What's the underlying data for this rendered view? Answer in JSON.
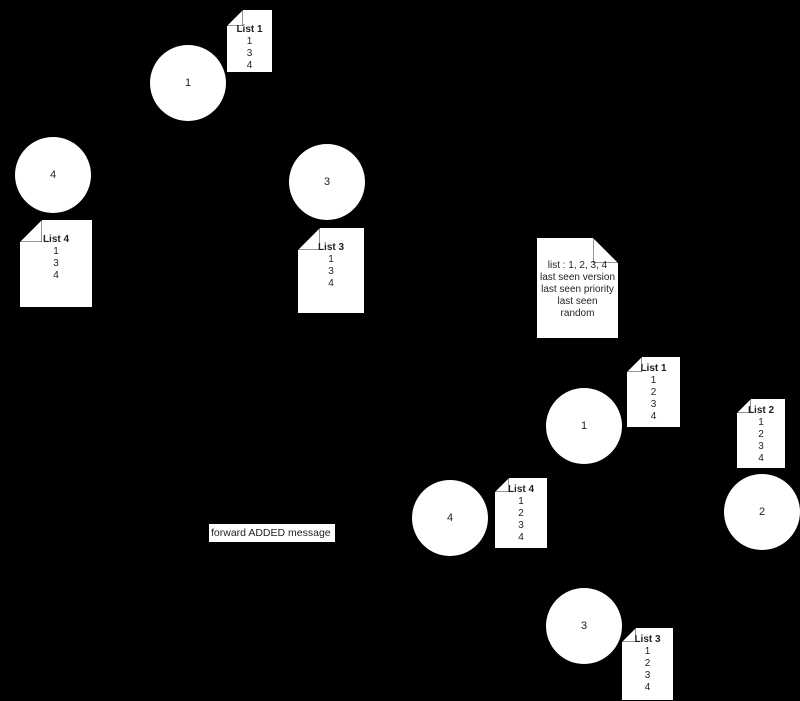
{
  "colors": {
    "background": "#000000",
    "shape": "#ffffff",
    "text": "#1f1f1f"
  },
  "left_cluster": {
    "circles": [
      {
        "label": "1"
      },
      {
        "label": "4"
      },
      {
        "label": "3"
      }
    ],
    "notes": [
      {
        "title": "List 1",
        "items": [
          "1",
          "3",
          "4"
        ]
      },
      {
        "title": "List 4",
        "items": [
          "1",
          "3",
          "4"
        ]
      },
      {
        "title": "List 3",
        "items": [
          "1",
          "3",
          "4"
        ]
      }
    ]
  },
  "right_cluster": {
    "circles": [
      {
        "label": "1"
      },
      {
        "label": "2"
      },
      {
        "label": "4"
      },
      {
        "label": "3"
      }
    ],
    "notes": [
      {
        "title": "List 1",
        "items": [
          "1",
          "2",
          "3",
          "4"
        ]
      },
      {
        "title": "List 2",
        "items": [
          "1",
          "2",
          "3",
          "4"
        ]
      },
      {
        "title": "List 4",
        "items": [
          "1",
          "2",
          "3",
          "4"
        ]
      },
      {
        "title": "List 3",
        "items": [
          "1",
          "2",
          "3",
          "4"
        ]
      }
    ]
  },
  "annotation_note": {
    "lines": [
      "list : 1, 2, 3, 4",
      "last seen version",
      "last seen priority",
      "last seen",
      "random"
    ]
  },
  "message_label": {
    "text": "forward ADDED message"
  }
}
